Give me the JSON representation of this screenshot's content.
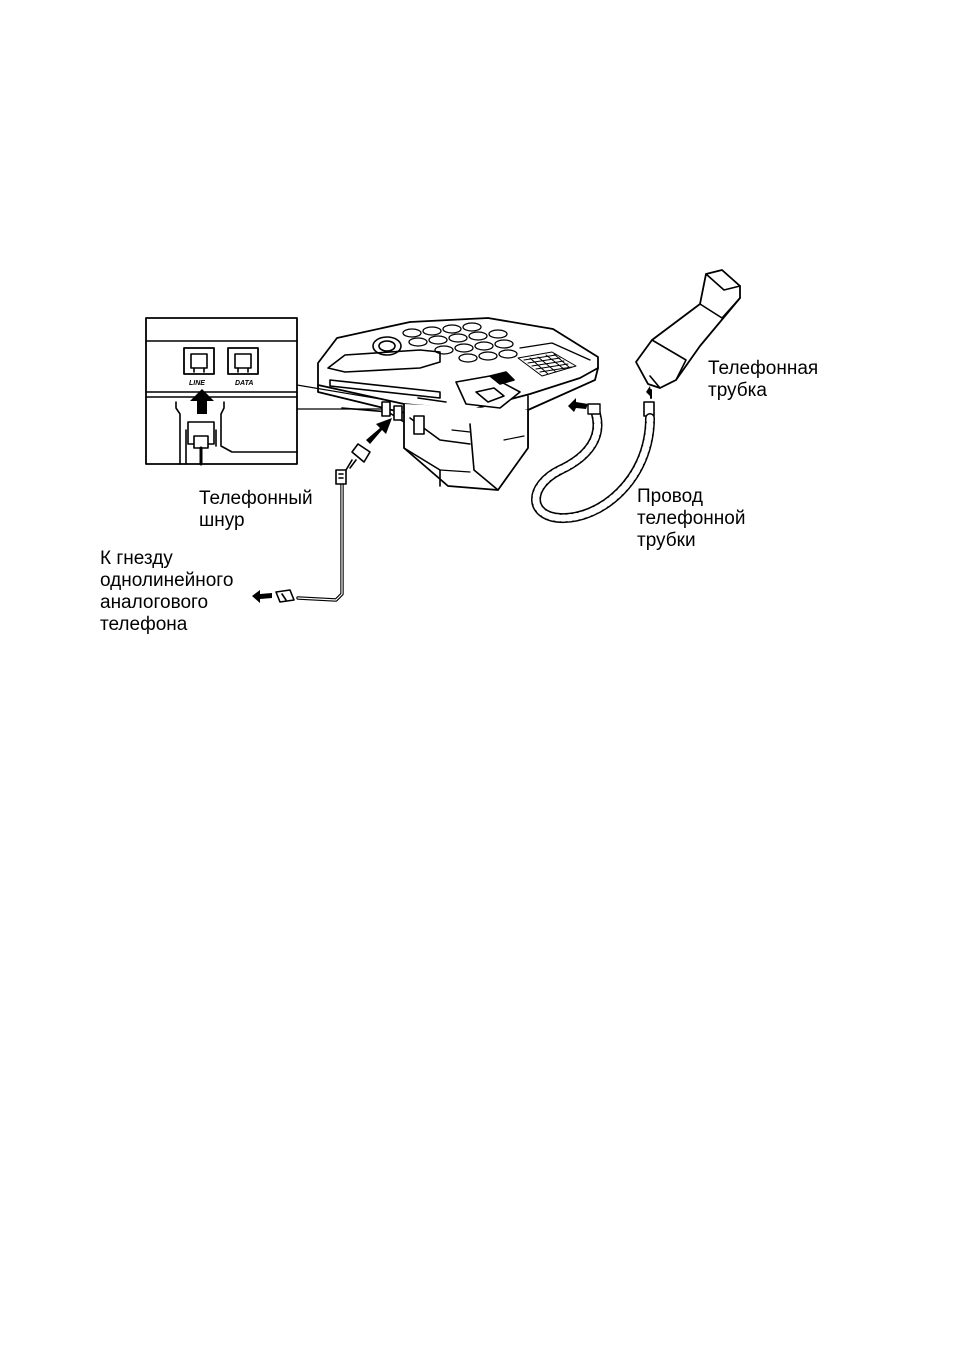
{
  "inset": {
    "jack_line": "LINE",
    "jack_data": "DATA"
  },
  "labels": {
    "handset": [
      "Телефонная",
      "трубка"
    ],
    "line_cord": [
      "Телефонный",
      "шнур"
    ],
    "handset_cord": [
      "Провод",
      "телефонной",
      "трубки"
    ],
    "wall_jack": [
      "К гнезду",
      "однолинейного",
      "аналогового",
      "телефона"
    ]
  },
  "colors": {
    "ink": "#000000",
    "paper": "#ffffff",
    "shade": "#d6d6d6"
  }
}
